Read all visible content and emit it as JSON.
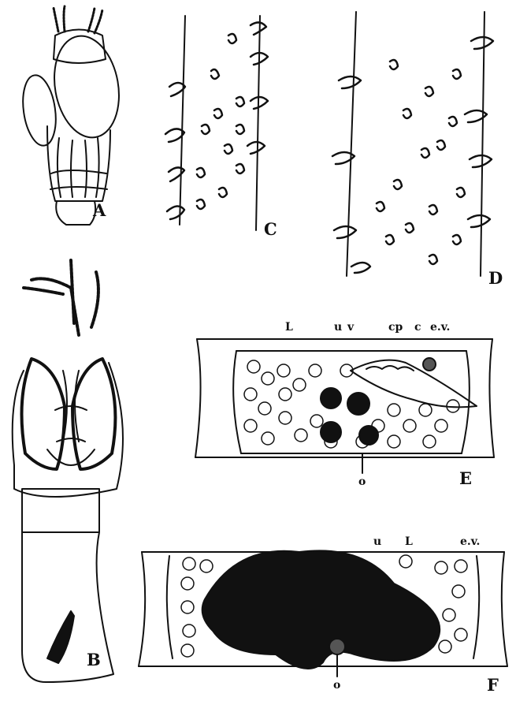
{
  "colors": {
    "ink": "#111111",
    "paper": "#ffffff"
  },
  "panel_labels": {
    "a": "A",
    "b": "B",
    "c": "C",
    "d": "D",
    "e": "E",
    "f": "F"
  },
  "part_labels": {
    "e_l": "L",
    "e_u": "u",
    "e_v": "v",
    "e_cp": "cp",
    "e_c": "c",
    "e_ev": "e.v.",
    "e_o": "o",
    "f_u": "u",
    "f_l": "L",
    "f_ev": "e.v.",
    "f_o": "o"
  }
}
